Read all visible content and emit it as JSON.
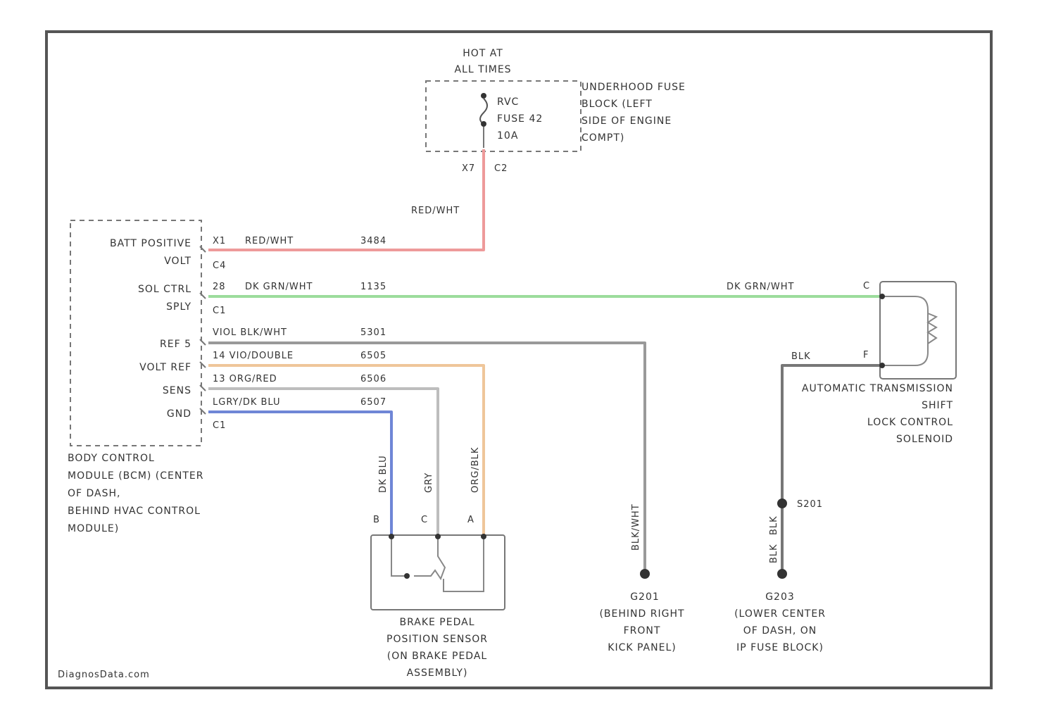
{
  "colors": {
    "red_wht": "#ee9a9a",
    "dk_grn_wht": "#9cdc9c",
    "gry_wht": "#999999",
    "org_blk": "#efc69a",
    "vio_red": "#bdbdbd",
    "dk_blu": "#6f86d6",
    "blk": "#777777",
    "frame": "#555555"
  },
  "fuse_block": {
    "supply": [
      "HOT AT",
      "ALL TIMES"
    ],
    "fuse": [
      "RVC",
      "FUSE 42",
      "10A"
    ],
    "location": [
      "UNDERHOOD FUSE",
      "BLOCK (LEFT",
      "SIDE OF ENGINE",
      "COMPT)"
    ],
    "pin_a": "X7",
    "pin_b": "C2"
  },
  "bcm": {
    "pins": [
      "BATT POSITIVE",
      "VOLT",
      "SOL CTRL",
      "SPLY",
      "REF 5",
      "VOLT REF",
      "SENS",
      "GND"
    ],
    "location": [
      "BODY CONTROL",
      "MODULE (BCM) (CENTER",
      "OF DASH,",
      "BEHIND HVAC CONTROL",
      "MODULE)"
    ]
  },
  "wires": {
    "w1_cav": "X1",
    "w1_color": "RED/WHT",
    "w1_circuit": "3484",
    "w1_vertical": "RED/WHT",
    "w2_cav": "C4",
    "w3_cav": "28",
    "w3_color": "DK GRN/WHT",
    "w3_circuit": "1135",
    "w3_far": "DK GRN/WHT",
    "w4_cav": "C1",
    "w5_color": "VIOL BLK/WHT",
    "w5_circuit": "5301",
    "w6_color": "14 VIO/DOUBLE",
    "w6_circuit": "6505",
    "w7_color": "13 ORG/RED",
    "w7_circuit": "6506",
    "w8_color": "LGRY/DK BLU",
    "w8_circuit": "6507",
    "w8_cav": "C1",
    "v_dk_blu": "DK BLU",
    "v_gry": "GRY",
    "v_org_blk": "ORG/BLK",
    "v_blk_wht": "BLK/WHT",
    "v_blk_a": "BLK",
    "v_blk_b": "BLK",
    "solenoid_wire": "BLK"
  },
  "solenoid": {
    "pin_top": "C",
    "pin_bottom": "F",
    "label": [
      "AUTOMATIC TRANSMISSION",
      "SHIFT",
      "LOCK CONTROL",
      "SOLENOID"
    ]
  },
  "sensor": {
    "pin_b": "B",
    "pin_c": "C",
    "pin_a": "A",
    "label": [
      "BRAKE PEDAL",
      "POSITION SENSOR",
      "(ON BRAKE PEDAL",
      "ASSEMBLY)"
    ]
  },
  "grounds": {
    "splice": "S201",
    "g_right_id": "G201",
    "g_right_loc": [
      "(BEHIND RIGHT",
      "FRONT",
      "KICK PANEL)"
    ],
    "g_left_id": "G203",
    "g_left_loc": [
      "(LOWER CENTER",
      "OF DASH, ON",
      "IP FUSE BLOCK)"
    ]
  },
  "watermark": "DiagnosData.com"
}
